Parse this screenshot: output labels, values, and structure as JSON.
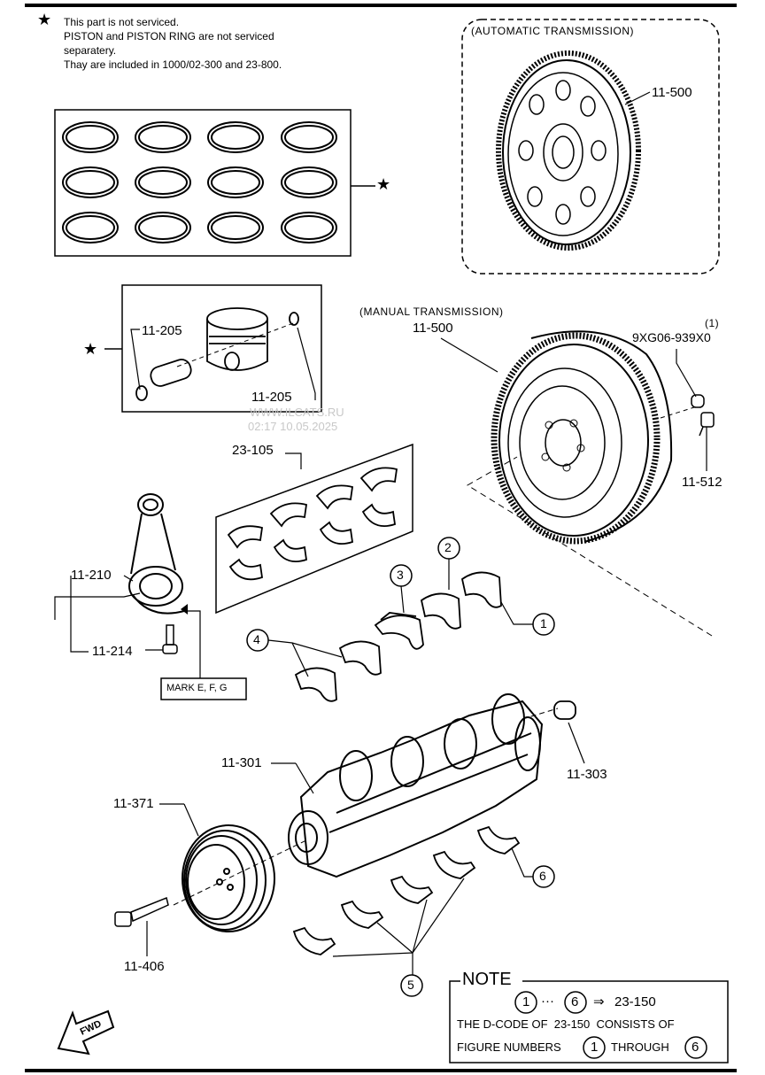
{
  "notes": {
    "star_symbol": "★",
    "line1": "This part is not serviced.",
    "line2": "PISTON and PISTON RING are not serviced",
    "line3": "separatery.",
    "line4": "Thay are included in 1000/02-300 and 23-800."
  },
  "callouts": {
    "auto_transmission": "(AUTOMATIC TRANSMISSION)",
    "manual_transmission": "(MANUAL TRANSMISSION)",
    "flywheel_auto": "11-500",
    "flywheel_manual": "11-500",
    "bushing_qty": "(1)",
    "bushing_code": "9XG06-939X0",
    "flywheel_bolt": "11-512",
    "piston_clip_top": "11-205",
    "piston_clip_bottom": "11-205",
    "bearing_set": "23-105",
    "conrod": "11-210",
    "conrod_bolt": "11-214",
    "mark": "MARK E, F, G",
    "crankshaft": "11-301",
    "pilot_bearing": "11-303",
    "pulley": "11-371",
    "pulley_bolt": "11-406",
    "fig1": "1",
    "fig2": "2",
    "fig3": "3",
    "fig4": "4",
    "fig5": "5",
    "fig6": "6",
    "fwd": "FWD"
  },
  "watermark": {
    "site": "WWW.ILCATS.RU",
    "time": "02:17 10.05.2025"
  },
  "note_box": {
    "title": "NOTE",
    "from": "1",
    "ellipsis": "···",
    "to": "6",
    "arrow": "⇒",
    "code": "23-150",
    "line2": "THE D-CODE OF  23-150  CONSISTS OF",
    "line3a": "FIGURE NUMBERS",
    "line3b": "THROUGH",
    "n1": "1",
    "n6": "6"
  }
}
